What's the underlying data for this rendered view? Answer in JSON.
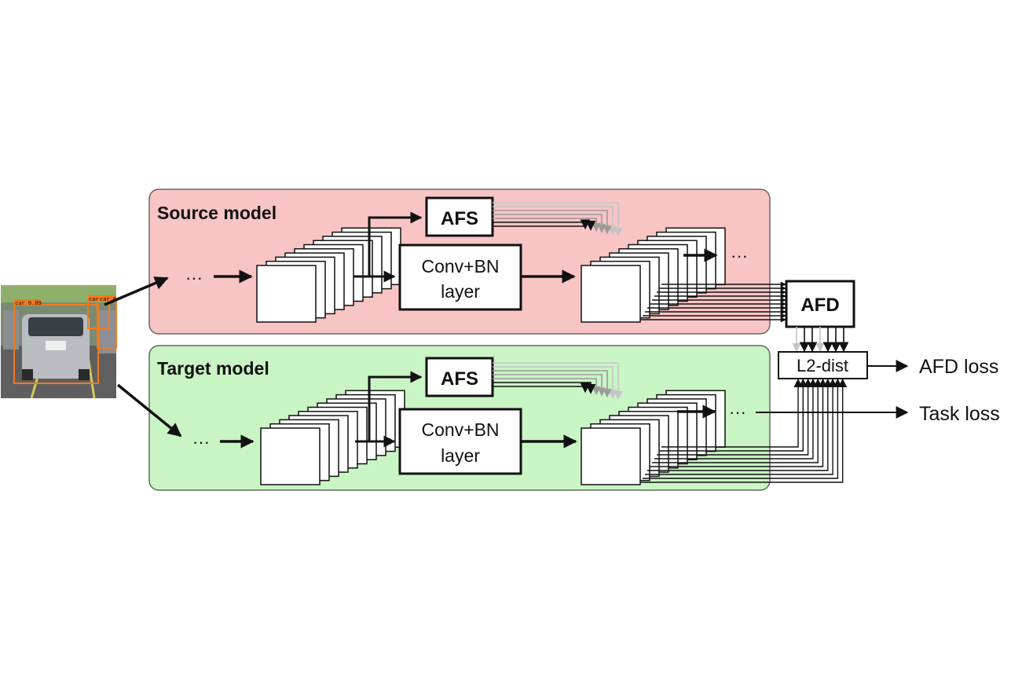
{
  "source_model": {
    "title": "Source model",
    "afs_label": "AFS",
    "conv_label_line1": "Conv+BN",
    "conv_label_line2": "layer",
    "ellipsis_in": "···",
    "ellipsis_out": "···",
    "bg_color": "#f9c4c4"
  },
  "target_model": {
    "title": "Target model",
    "afs_label": "AFS",
    "conv_label_line1": "Conv+BN",
    "conv_label_line2": "layer",
    "ellipsis_in": "···",
    "ellipsis_out": "···",
    "bg_color": "#c9f5c4"
  },
  "afd_label": "AFD",
  "l2_label": "L2-dist",
  "afd_loss_label": "AFD loss",
  "task_loss_label": "Task loss",
  "input_image": {
    "detection_labels": [
      "car 0.89",
      "car",
      "car 0"
    ]
  }
}
